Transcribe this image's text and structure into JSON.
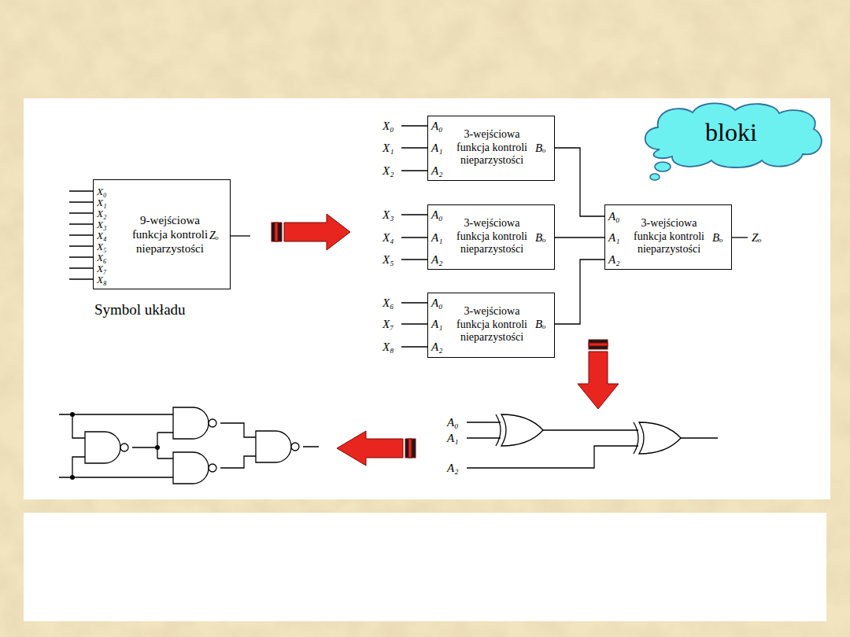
{
  "diagram": {
    "nodes": [
      {
        "text": [
          "9-wejściowa funkcja kontroli nieparzystości"
        ]
      },
      {
        "text": [
          "3-wejściowa funkcja kontroli nieparzystości"
        ]
      },
      {
        "text": [
          "bloki"
        ]
      },
      {
        "text": [
          "3-wejściowa funkcja kontroli nieparzystości"
        ]
      },
      {
        "text": [
          "3-wejściowa funkcja kontroli nieparzystości"
        ]
      },
      {
        "text": [
          "3-wejściowa funkcja kontroli nieparzystości"
        ]
      }
    ],
    "edges": [
      {
        "from": 1,
        "to": 4,
        "arrow": "none"
      },
      {
        "from": 3,
        "to": 4,
        "arrow": "none"
      },
      {
        "from": 5,
        "to": 4,
        "arrow": "none"
      }
    ],
    "labels": [
      "Symbol układu",
      "X₀",
      "X₁",
      "X₂",
      "X₃",
      "X₄",
      "X₅",
      "X₆",
      "X₇",
      "X₈",
      "Zₒ",
      "X₀",
      "X₁",
      "X₂",
      "X₃",
      "X₄",
      "X₅",
      "X₆",
      "X₇",
      "X₈",
      "A₀",
      "A₁",
      "A₂",
      "Bₒ",
      "A₀",
      "A₁",
      "A₂",
      "Bₒ",
      "A₀",
      "A₁",
      "A₂",
      "Bₒ",
      "A₀",
      "A₁",
      "A₂",
      "Bₒ",
      "Zₒ",
      "A₀",
      "A₁",
      "A₂"
    ]
  }
}
